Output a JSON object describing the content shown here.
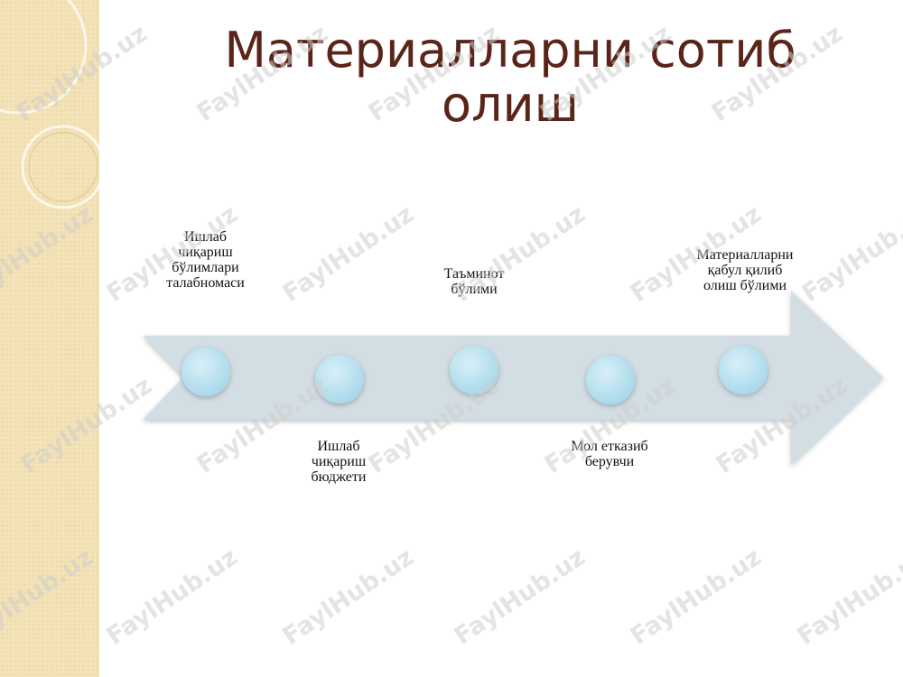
{
  "slide": {
    "title": "Материалларни сотиб олиш"
  },
  "process": {
    "steps": [
      {
        "label": "Ишлаб\nчиқариш\nбўлимлари\nталабномаси"
      },
      {
        "label": "Ишлаб\nчиқариш\nбюджети"
      },
      {
        "label": "Таъминот\nбўлими"
      },
      {
        "label": "Мол етказиб\nберувчи"
      },
      {
        "label": "Материалларни\nқабул қилиб\nолиш бўлими"
      }
    ]
  },
  "watermark": {
    "text": "FaylHub.uz"
  },
  "colors": {
    "title": "#5a2418",
    "arrow": "#d3dde4",
    "node": "#bfe3ef",
    "sidebar": "#f3e3b7"
  }
}
